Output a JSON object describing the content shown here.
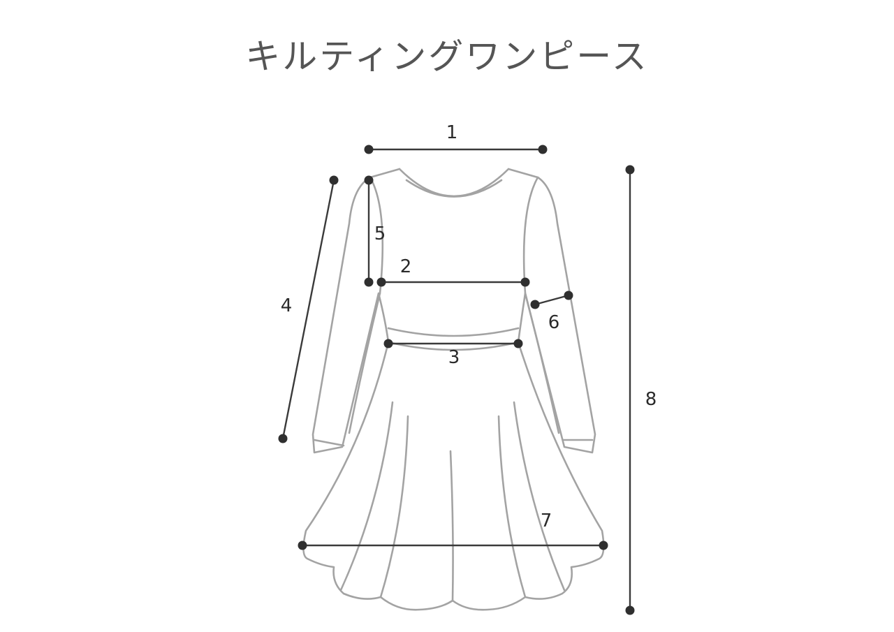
{
  "title": "キルティングワンピース",
  "measurements": [
    {
      "id": "1",
      "label": "1"
    },
    {
      "id": "2",
      "label": "2"
    },
    {
      "id": "3",
      "label": "3"
    },
    {
      "id": "4",
      "label": "4"
    },
    {
      "id": "5",
      "label": "5"
    },
    {
      "id": "6",
      "label": "6"
    },
    {
      "id": "7",
      "label": "7"
    },
    {
      "id": "8",
      "label": "8"
    }
  ],
  "colors": {
    "outline": "#a3a3a3",
    "measure": "#2f2f2f",
    "title": "#555555"
  }
}
